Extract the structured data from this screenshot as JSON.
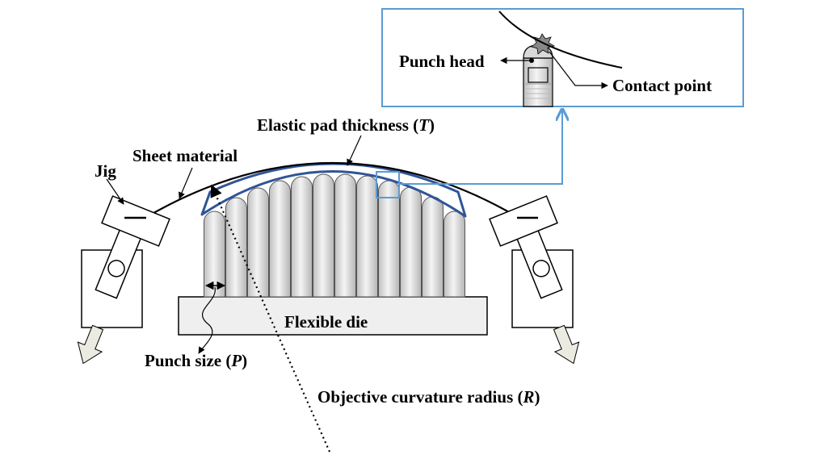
{
  "labels": {
    "jig": "Jig",
    "sheet_material": "Sheet material",
    "elastic_pad_prefix": "Elastic pad thickness (",
    "elastic_pad_var": "T",
    "elastic_pad_suffix": ")",
    "flexible_die": "Flexible die",
    "punch_size_prefix": "Punch size (",
    "punch_size_var": "P",
    "punch_size_suffix": ")",
    "curvature_prefix": "Objective curvature radius (",
    "curvature_var": "R",
    "curvature_suffix": ")",
    "punch_head": "Punch head",
    "contact_point": "Contact point"
  },
  "colors": {
    "ink": "#000000",
    "pad_blue": "#2f5597",
    "callout_blue": "#5b9bd5",
    "punch_fill": "#e6e6e6",
    "arrow_fill": "#ecebe2"
  }
}
